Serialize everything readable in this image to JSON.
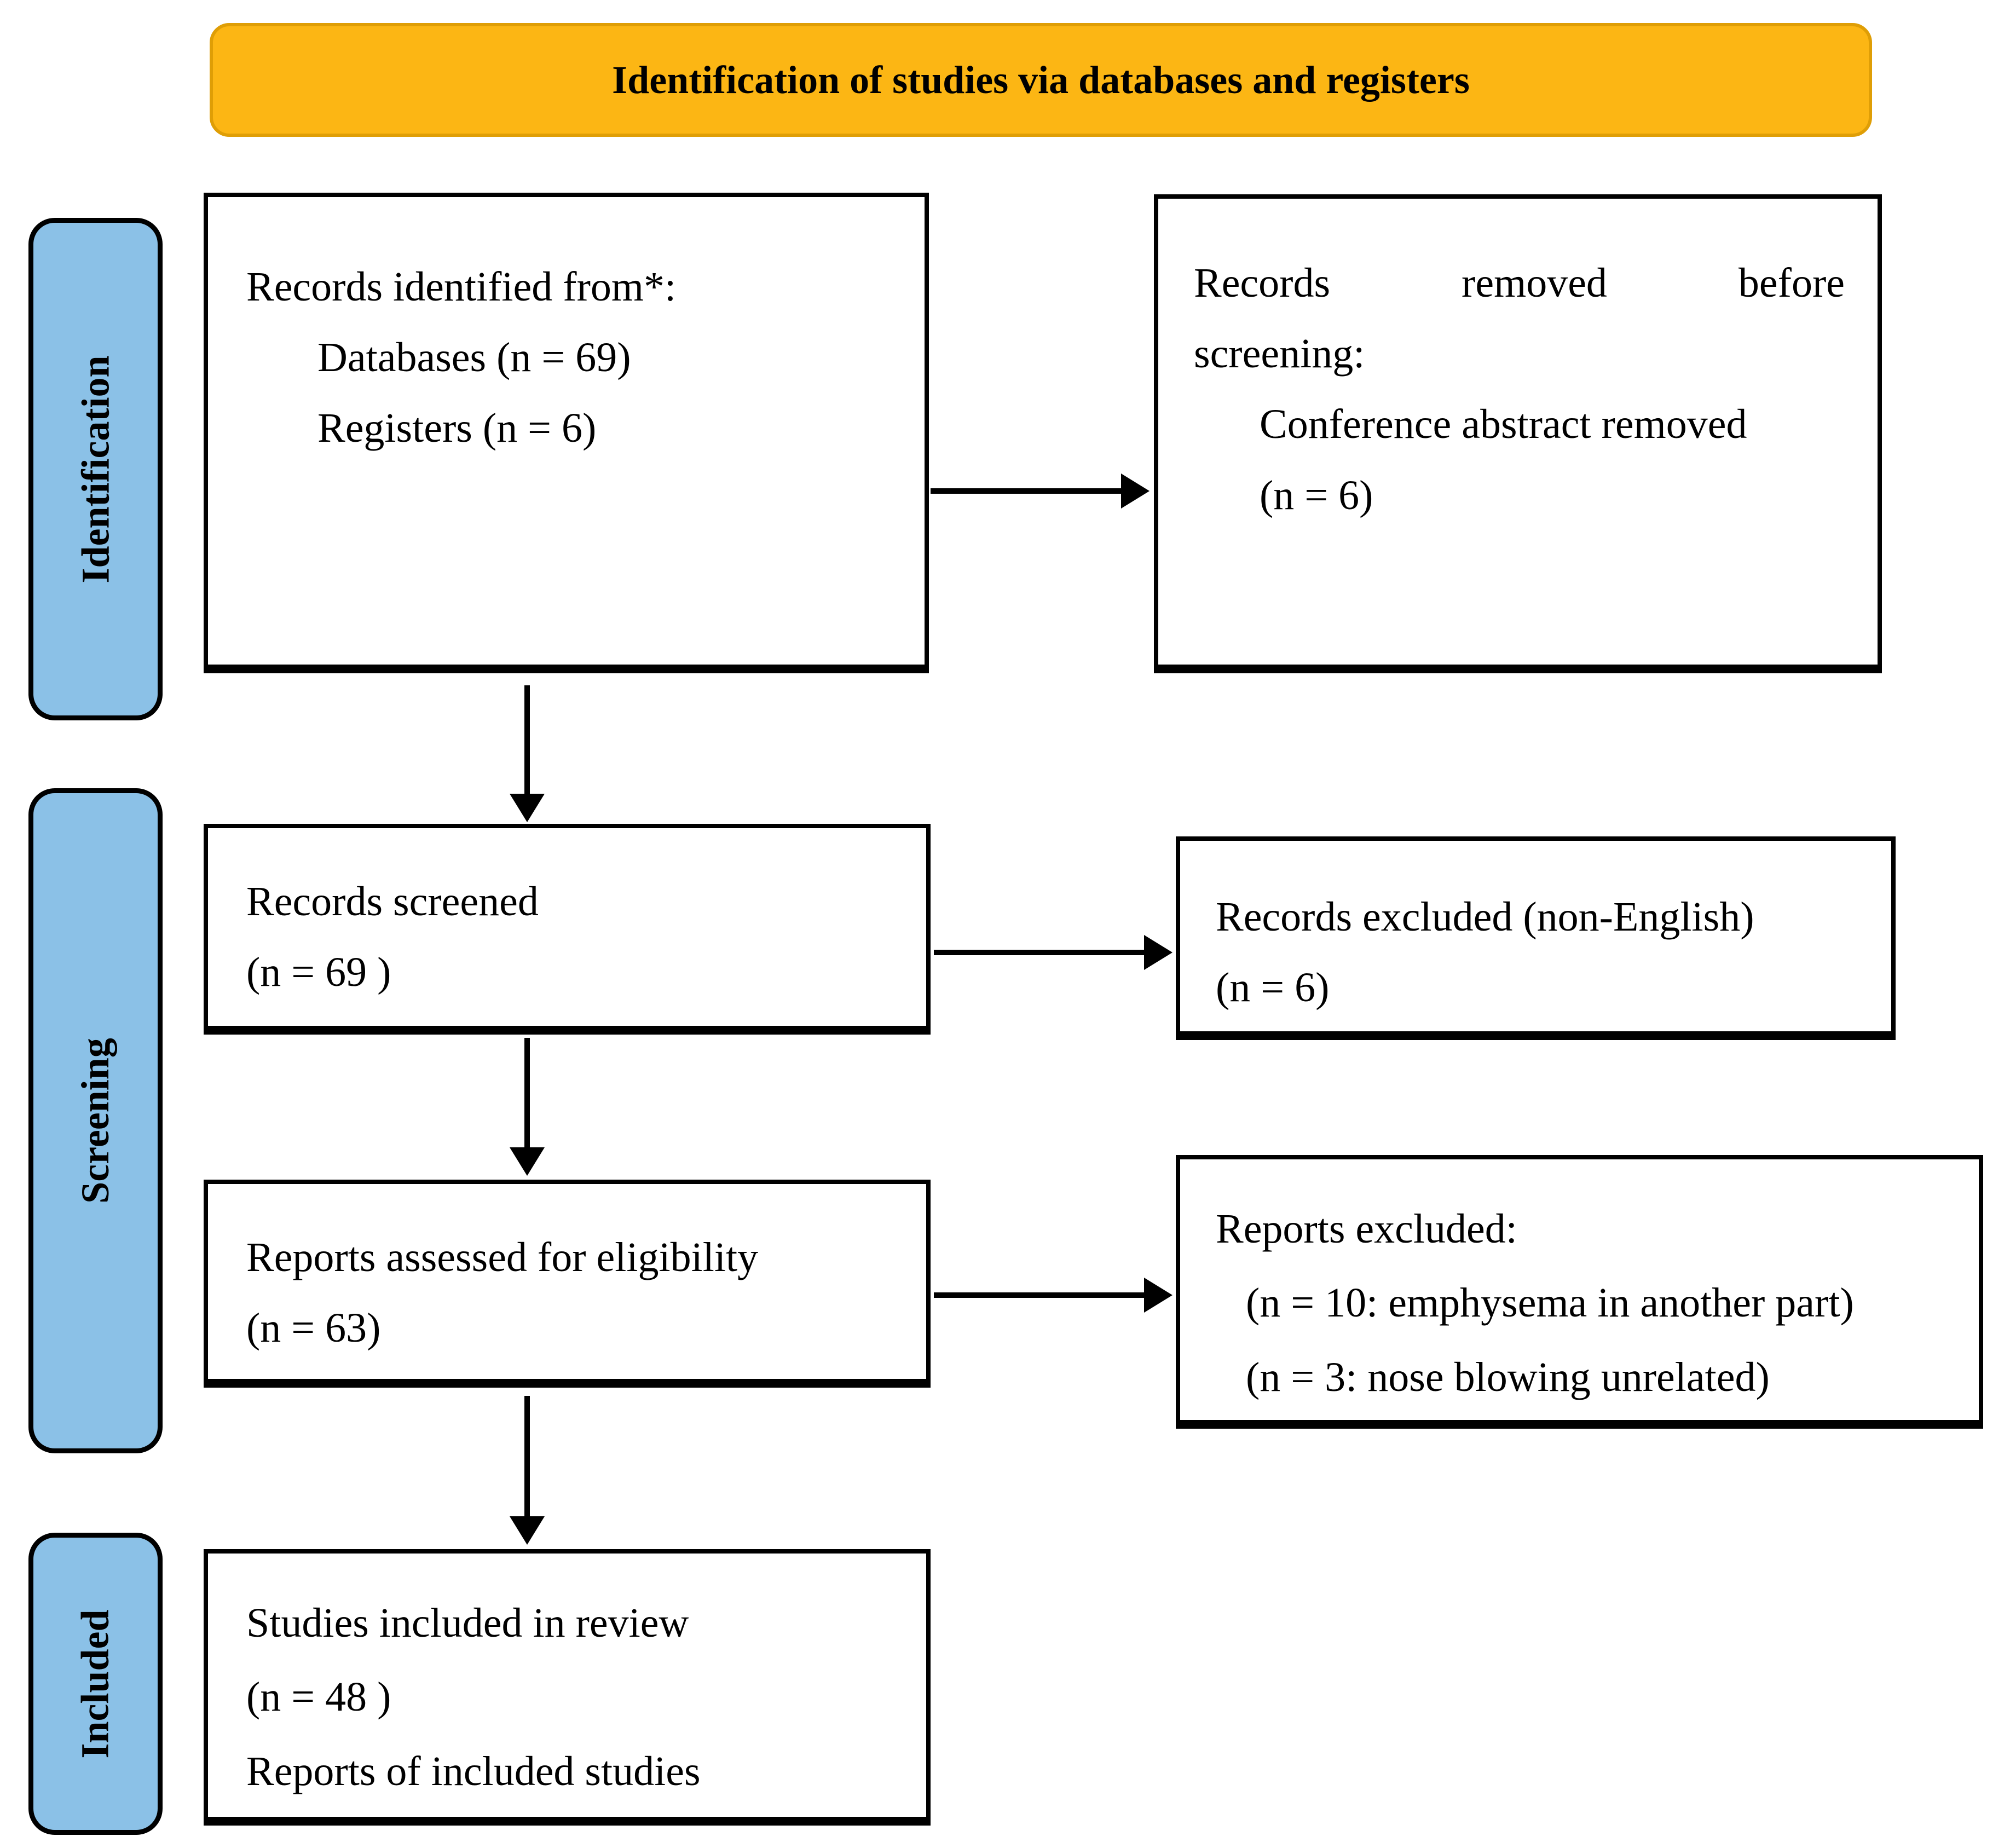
{
  "header": {
    "title": "Identification of studies via databases and registers"
  },
  "stages": {
    "identification": "Identification",
    "screening": "Screening",
    "included": "Included"
  },
  "boxes": {
    "identified": {
      "lines": [
        "Records identified from*:",
        "Databases (n = 69)",
        "Registers (n = 6)"
      ]
    },
    "removed": {
      "lines": [
        "Records removed before",
        "screening:",
        "Conference abstract removed",
        "(n = 6)"
      ]
    },
    "screened": {
      "lines": [
        "Records screened",
        "(n = 69 )"
      ]
    },
    "excluded_screening": {
      "lines": [
        "Records excluded (non-English)",
        "(n = 6)"
      ]
    },
    "assessed": {
      "lines": [
        "Reports assessed for eligibility",
        "(n = 63)"
      ]
    },
    "excluded_eligibility": {
      "lines": [
        "Reports excluded:",
        "(n = 10: emphysema in another part)",
        "(n = 3: nose blowing unrelated)"
      ]
    },
    "included_studies": {
      "lines": [
        "Studies included in review",
        "(n = 48 )",
        "Reports of included studies"
      ]
    }
  },
  "colors": {
    "banner_fill": "#FCB614",
    "banner_border": "#DF9E06",
    "stage_fill": "#8BC1E7",
    "box_border": "#000000",
    "background": "#FFFFFF"
  }
}
